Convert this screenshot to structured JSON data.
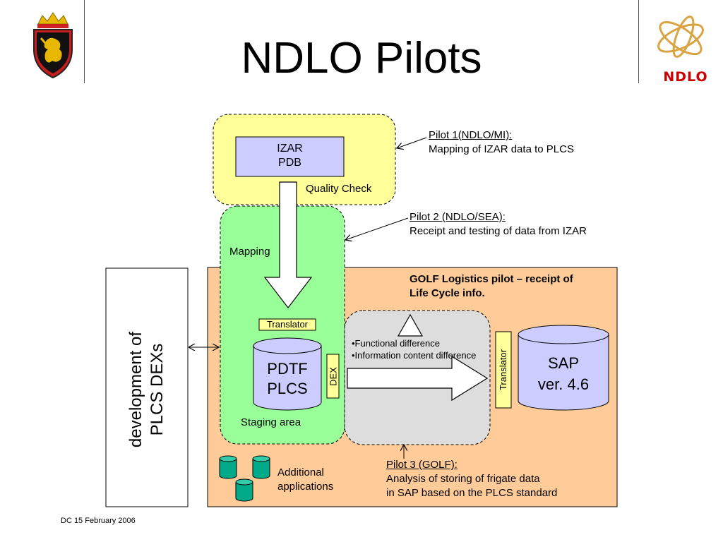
{
  "header": {
    "title": "NDLO Pilots",
    "logo_right_text": "NDLO"
  },
  "colors": {
    "quality_zone": "#ffff99",
    "staging_zone": "#99ff99",
    "golf_zone": "#ffcc99",
    "analysis_zone": "#dddddd",
    "db_fill": "#ccccff",
    "translator_fill": "#ffff99",
    "ndlo_red": "#cc0000",
    "ndlo_gold": "#d9a441"
  },
  "boxes": {
    "izar": "IZAR\nPDB",
    "quality_check": "Quality Check",
    "mapping": "Mapping",
    "translator_top": "Translator",
    "translator_side": "Translator",
    "dex": "DEX",
    "pdtf_db": "PDTF\nPLCS",
    "staging_area": "Staging area",
    "sap_db": "SAP\nver. 4.6",
    "dev_dex": "development of\nPLCS  DEXs",
    "additional_apps": "Additional\napplications"
  },
  "analysis": {
    "items": [
      "•Functional difference",
      "•Information content difference"
    ]
  },
  "pilots": {
    "pilot1": {
      "title": "Pilot 1(NDLO/MI):",
      "desc": "Mapping of IZAR data to PLCS"
    },
    "pilot2": {
      "title": "Pilot 2 (NDLO/SEA):",
      "desc": "Receipt and testing of data from IZAR"
    },
    "golf": {
      "title": "GOLF Logistics pilot – receipt of\nLife Cycle info."
    },
    "pilot3": {
      "title": "Pilot 3 (GOLF):",
      "desc": "Analysis of storing of frigate data\nin SAP based on the PLCS standard"
    }
  },
  "footer": {
    "text": "DC 15 February 2006"
  }
}
